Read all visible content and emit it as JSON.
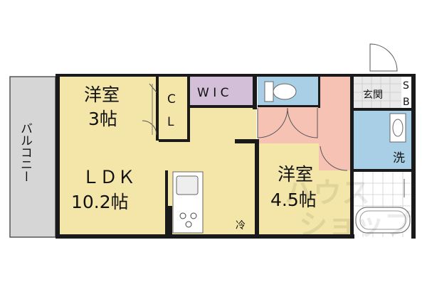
{
  "rooms": {
    "western_small": {
      "name": "洋室",
      "size": "3帖"
    },
    "ldk": {
      "name": "ＬＤＫ",
      "size": "10.2帖"
    },
    "western_large": {
      "name": "洋室",
      "size": "4.5帖"
    },
    "closet": {
      "label_c": "C",
      "label_l": "L"
    },
    "wic": {
      "label": "W I C"
    },
    "entrance": {
      "label": "玄関"
    },
    "shoe_box": {
      "label_s": "S",
      "label_b": "B"
    },
    "balcony": {
      "label": "バルコニー"
    }
  },
  "fixtures": {
    "washer": "洗",
    "fridge": "冷"
  },
  "colors": {
    "balcony": "#d6d6d6",
    "living_floor": "#f3e6a8",
    "wic": "#d4bfd8",
    "wet_area": "#a9cfe6",
    "hallway": "#f5c2b4",
    "entrance": "#e9e9e9",
    "wall": "#1a1a1a"
  }
}
